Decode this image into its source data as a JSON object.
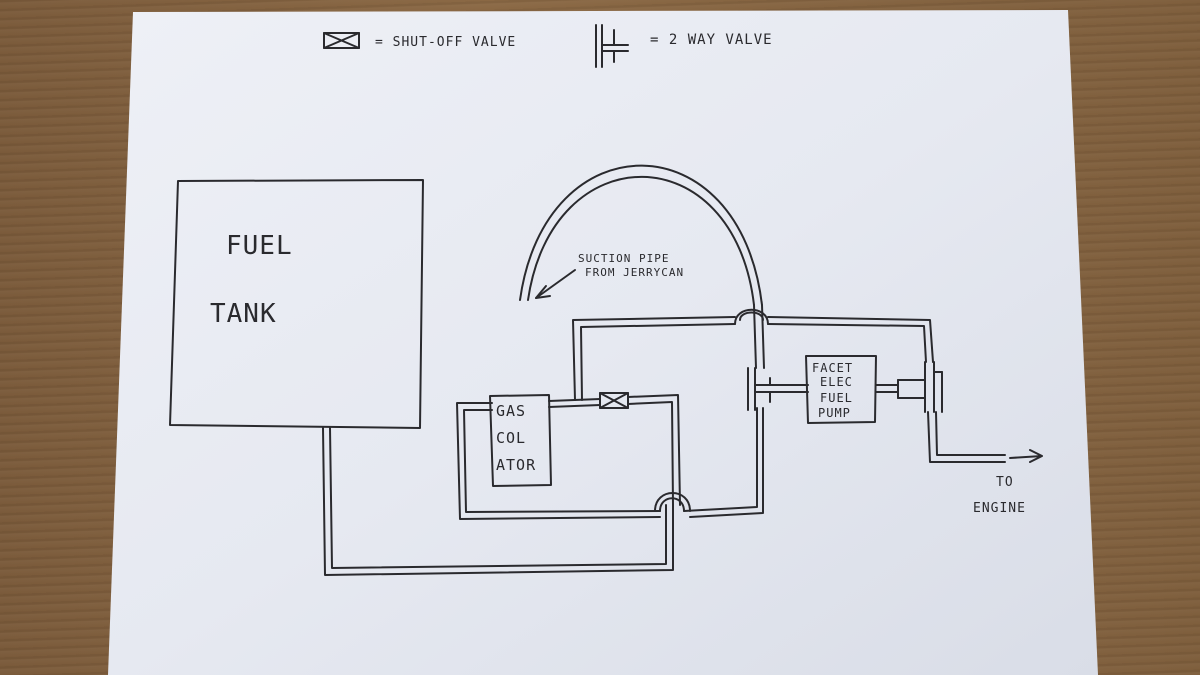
{
  "legend": {
    "shutoff_label": "= SHUT-OFF VALVE",
    "twoway_label": "= 2 WAY VALVE"
  },
  "tank": {
    "line1": "FUEL",
    "line2": "TANK"
  },
  "suction": {
    "line1": "SUCTION PIPE",
    "line2": "FROM JERRYCAN"
  },
  "gascolator": {
    "line1": "GAS",
    "line2": "COL",
    "line3": "ATOR"
  },
  "pump": {
    "line1": "FACET",
    "line2": "ELEC",
    "line3": "FUEL",
    "line4": "PUMP"
  },
  "outlet": {
    "line1": "TO",
    "line2": "ENGINE"
  },
  "colors": {
    "ink": "#2a2a2e",
    "paper": "#e9ecf3",
    "table": "#7e5e3c"
  }
}
